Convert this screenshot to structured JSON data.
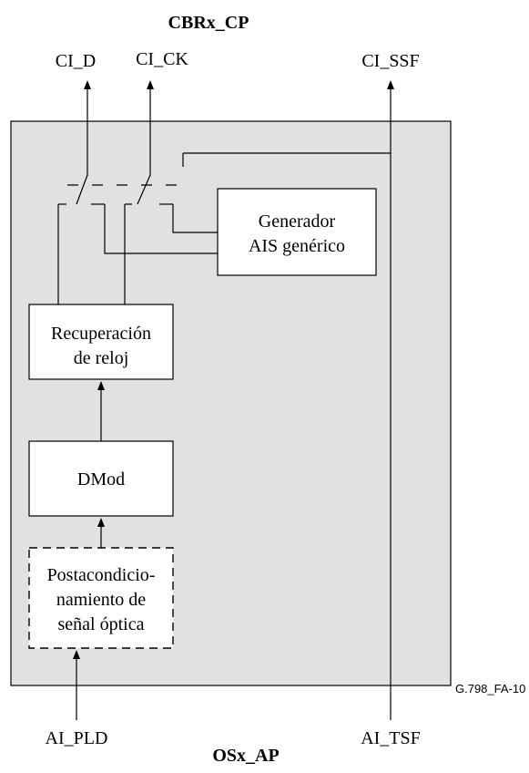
{
  "diagram": {
    "top_label": "CBRx_CP",
    "bottom_label": "OSx_AP",
    "reference": "G.798_FA-10",
    "outputs": {
      "ci_d": "CI_D",
      "ci_ck": "CI_CK",
      "ci_ssf": "CI_SSF"
    },
    "inputs": {
      "ai_pld": "AI_PLD",
      "ai_tsf": "AI_TSF"
    },
    "blocks": {
      "ais_generator": [
        "Generador",
        "AIS genérico"
      ],
      "clock_recovery": [
        "Recuperación",
        "de reloj"
      ],
      "dmod": [
        "DMod"
      ],
      "postconditioning": [
        "Postacondicio-",
        "namiento de",
        "señal óptica"
      ]
    }
  }
}
